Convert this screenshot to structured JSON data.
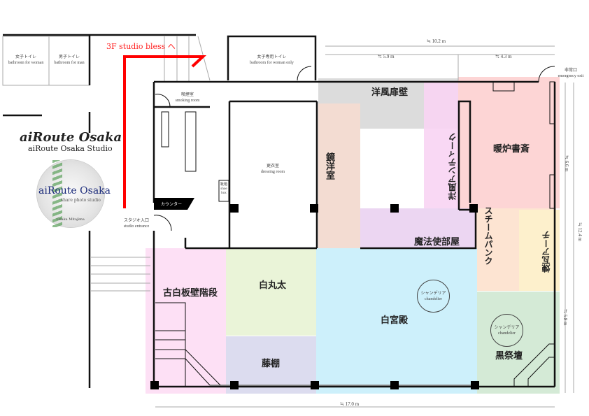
{
  "direction_note": "3F studio bless へ",
  "facilities": {
    "womens_toilet": {
      "ja": "女子トイレ",
      "en": "bathroom for woman"
    },
    "mens_toilet": {
      "ja": "男子トイレ",
      "en": "bathroom for man"
    },
    "women_only_toilet": {
      "ja": "女子専用トイレ",
      "en": "bathroom for woman only"
    },
    "smoking_room": {
      "ja": "喫煙室",
      "en": "smoking room"
    },
    "dressing_room": {
      "ja": "更衣室",
      "en": "dressing room"
    },
    "shoe_box": {
      "ja": "靴箱",
      "en": "shoe box"
    },
    "counter": {
      "ja": "カウンター"
    },
    "entrance": {
      "ja": "スタジオ入口",
      "en": "studio entrance"
    },
    "emergency_exit": {
      "ja": "非常口",
      "en": "emergency exit"
    }
  },
  "logo": {
    "script_title": "aiRoute Osaka",
    "subtitle": "aiRoute Osaka Studio",
    "badge_title": "aiRoute Osaka",
    "badge_sub": "share photo studio",
    "badge_footer": "Osaka Mitajima"
  },
  "rooms": {
    "door_wall": "洋風扉壁",
    "mirror_room": "鏡洋室",
    "antique": "洋風アンティーク",
    "fireplace_study": "暖炉書斎",
    "wizard_room": "魔法使部屋",
    "steampunk": "スチームパンク",
    "brick_arch": "煉瓦アーチ",
    "old_white_stairs": "古白板壁階段",
    "white_logs": "白丸太",
    "wisteria": "藤棚",
    "white_palace": "白宮殿",
    "black_altar": "黒祭壇"
  },
  "chandelier": {
    "ja": "シャンデリア",
    "en": "chandelier"
  },
  "dimensions": {
    "top_total": "≒ 10.2 m",
    "top_left": "≒ 5.9 m",
    "top_right": "≒ 4.3 m",
    "right_upper": "≒ 6.6 m",
    "right_total": "≒ 12.4 m",
    "right_lower": "≒ 5.8 m",
    "bottom_total": "≒ 17.0 m"
  },
  "colors": {
    "route": "#ff0000",
    "logo_blue": "#1a2a7a"
  }
}
